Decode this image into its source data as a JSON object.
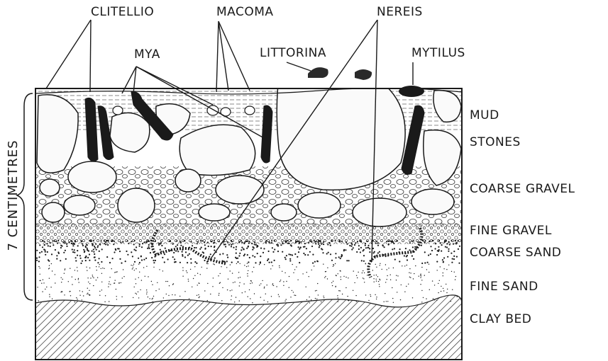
{
  "organism_labels": {
    "clitellio": "CLITELLIO",
    "macoma": "MACOMA",
    "nereis": "NEREIS",
    "mya": "MYA",
    "littorina": "LITTORINA",
    "mytilus": "MYTILUS"
  },
  "layer_labels": {
    "mud": "MUD",
    "stones": "STONES",
    "coarse_gravel": "COARSE GRAVEL",
    "fine_gravel": "FINE GRAVEL",
    "coarse_sand": "COARSE SAND",
    "fine_sand": "FINE SAND",
    "clay_bed": "CLAY BED"
  },
  "scale_label": "7 CENTIMETRES",
  "colors": {
    "ink": "#1a1a1a",
    "paper": "#ffffff",
    "stone_fill": "#fafafa"
  }
}
